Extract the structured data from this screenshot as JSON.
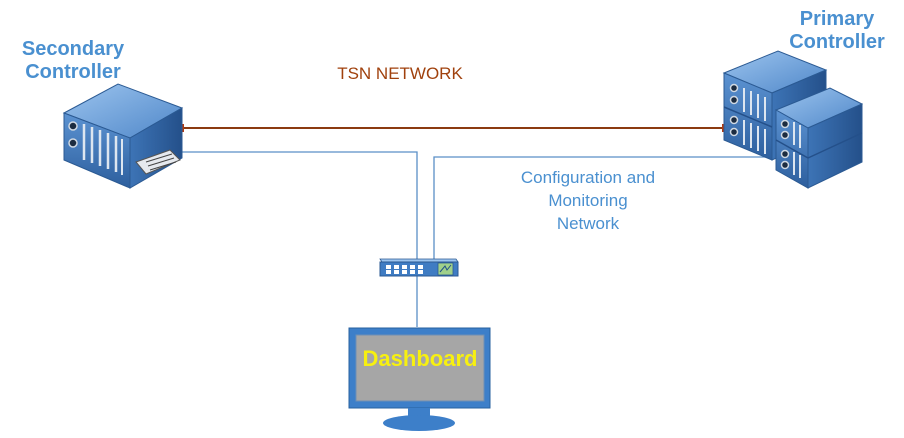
{
  "diagram": {
    "secondary_controller": "Secondary\nController",
    "primary_controller": "Primary\nController",
    "tsn_network": "TSN NETWORK",
    "config_network": "Configuration and\nMonitoring\nNetwork",
    "dashboard": "Dashboard"
  },
  "colors": {
    "tsn_link": "#8b3a10",
    "config_link": "#5b8fc6",
    "label_blue": "#4a90d0",
    "tsn_text": "#a0410d",
    "dashboard_text": "#f7f010",
    "server_blue": "#3a73b8",
    "monitor_frame": "#3d7fc9",
    "monitor_screen": "#a6a6a6"
  },
  "icons": {
    "secondary": "server-icon",
    "primary": "server-stack-icon",
    "switch": "network-switch-icon",
    "monitor": "monitor-icon"
  }
}
